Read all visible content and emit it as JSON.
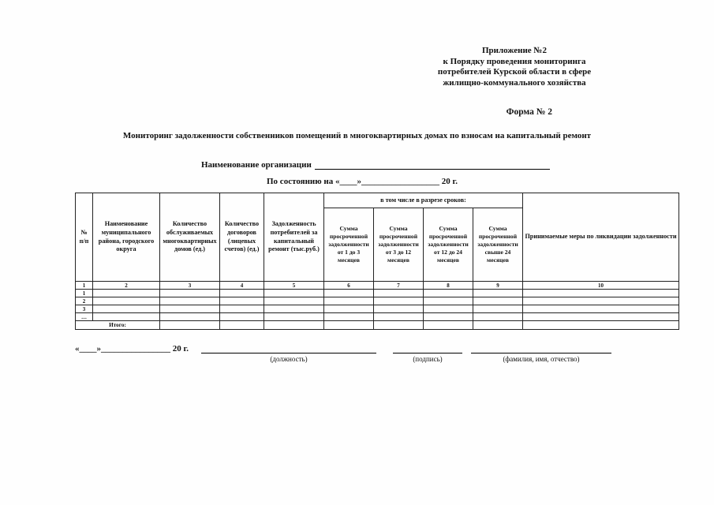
{
  "header": {
    "appendix_lines": [
      "Приложение №2",
      "к Порядку проведения мониторинга",
      "потребителей Курской области в сфере",
      "жилищно-коммунального хозяйства"
    ],
    "form_number": "Форма №  2",
    "title": "Мониторинг задолженности собственников помещений в многоквартирных домах по взносам на капитальный ремонт"
  },
  "form": {
    "org_label": "Наименование организации",
    "date_line": "По состоянию на «____»__________________  20    г."
  },
  "table": {
    "group_header": "в том числе в разрезе сроков:",
    "columns": [
      "№ п/п",
      "Наименование муниципального района, городского округа",
      "Количество обслуживаемых многоквартирных домов (ед.)",
      "Количество договоров (лицевых счетов) (ед.)",
      "Задолженность потребителей за капитальный ремонт (тыс.руб.)",
      "Сумма просроченной задолженности от 1 до 3 месяцев",
      "Сумма просроченной задолженности от 3 до 12 месяцев",
      "Сумма просроченной задолженности от 12 до 24 месяцев",
      "Сумма просроченной задолженности свыше 24 месяцев",
      "Принимаемые меры по ликвидации задолженности"
    ],
    "column_numbers": [
      "1",
      "2",
      "3",
      "4",
      "5",
      "6",
      "7",
      "8",
      "9",
      "10"
    ],
    "rows": [
      "1",
      "2",
      "3",
      "…"
    ],
    "total_label": "Итого:"
  },
  "footer": {
    "date_line": "«____»________________  20    г.",
    "position_label": "(должность)",
    "signature_label": "(подпись)",
    "name_label": "(фамилия, имя, отчество)"
  }
}
